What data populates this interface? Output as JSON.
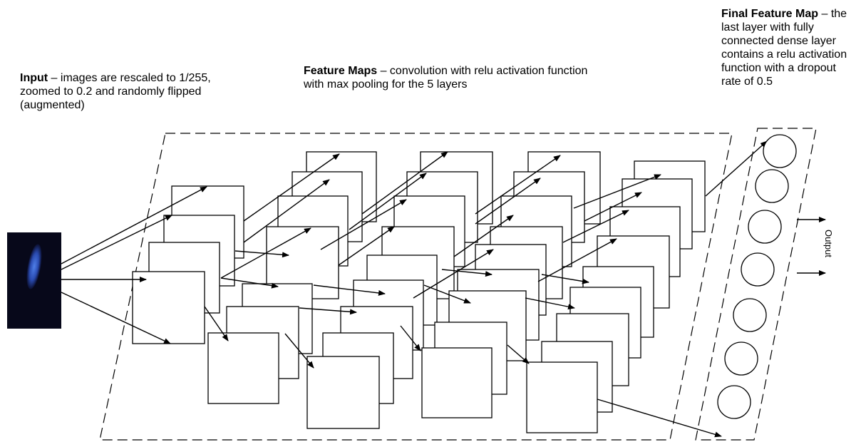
{
  "captions": {
    "input": {
      "title": "Input",
      "text": " – images are rescaled to 1/255, zoomed to 0.2 and randomly flipped (augmented)"
    },
    "feature_maps": {
      "title": "Feature Maps",
      "text": " – convolution with relu activation function with max pooling for the 5 layers"
    },
    "final": {
      "title": "Final Feature Map",
      "text": " – the last layer with fully connected dense layer contains a relu activation function with a dropout rate of 0.5"
    }
  },
  "output_label": "Output",
  "dense_nodes": 7,
  "input_image": {
    "description_icon": "input-image",
    "bg": "#07081a",
    "accent": "#3a63d8"
  }
}
